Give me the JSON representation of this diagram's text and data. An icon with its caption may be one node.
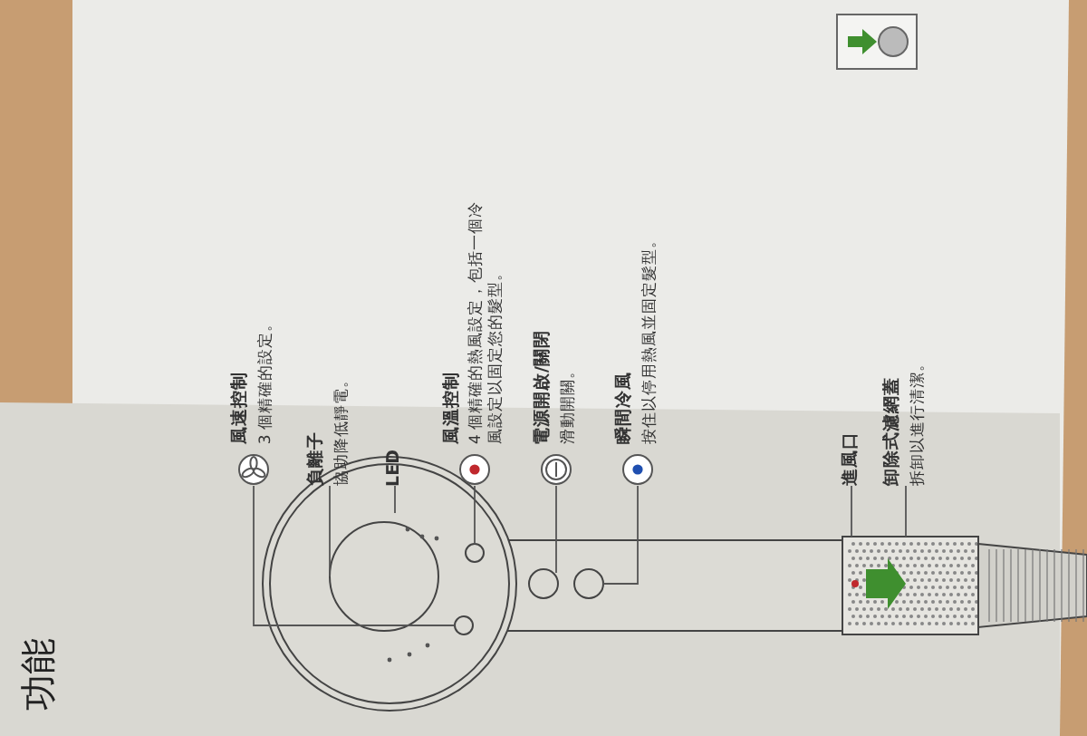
{
  "diagram": {
    "title": "功能",
    "nodes": [
      {
        "text": [
          "風速控制",
          "3 個精確的設定。"
        ]
      },
      {
        "text": [
          "負離子",
          "協助降低靜電。"
        ]
      },
      {
        "text": [
          "LED"
        ]
      },
      {
        "text": [
          "風溫控制",
          "4 個精確的熱風設定，包括一個冷風設定以固定您的髮型。"
        ]
      },
      {
        "text": [
          "電源開啟/關閉",
          "滑動開關。"
        ]
      },
      {
        "text": [
          "瞬間冷風",
          "按住以停用熱風並固定髮型。"
        ]
      },
      {
        "text": [
          "進風口"
        ]
      },
      {
        "text": [
          "卸除式濾網蓋",
          "拆卸以進行清潔。"
        ]
      }
    ],
    "edges": [
      {
        "from": 0,
        "to": null,
        "arrow": "none"
      },
      {
        "from": 1,
        "to": null,
        "arrow": "none"
      },
      {
        "from": 2,
        "to": null,
        "arrow": "none"
      },
      {
        "from": 3,
        "to": null,
        "arrow": "none"
      },
      {
        "from": 4,
        "to": null,
        "arrow": "none"
      },
      {
        "from": 5,
        "to": null,
        "arrow": "none"
      },
      {
        "from": 6,
        "to": null,
        "arrow": "none"
      },
      {
        "from": 7,
        "to": null,
        "arrow": "none"
      }
    ]
  }
}
